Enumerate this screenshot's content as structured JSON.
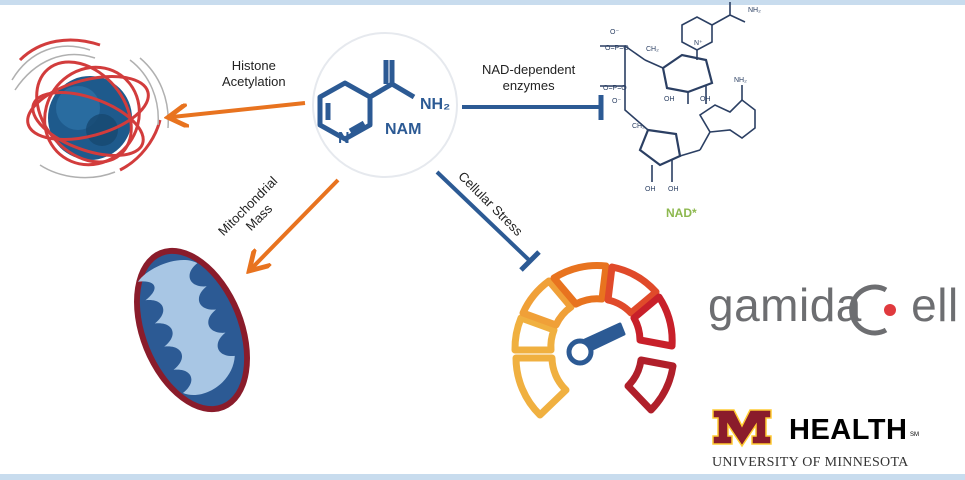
{
  "center": {
    "label": "NAM",
    "amine": "NH₂",
    "ring_atom": "N"
  },
  "arrows": {
    "histone": {
      "line1": "Histone",
      "line2": "Acetylation"
    },
    "nad_enzymes": {
      "line1": "NAD-dependent",
      "line2": "enzymes"
    },
    "mito": {
      "line1": "Mitochondrial",
      "line2": "Mass"
    },
    "stress": {
      "label": "Cellular Stress"
    }
  },
  "nad": {
    "label": "NAD*"
  },
  "logos": {
    "gamida": "gamida",
    "gamida_tail": "ell",
    "health": "HEALTH",
    "health_tm": "SM",
    "university": "UNIVERSITY OF MINNESOTA"
  },
  "colors": {
    "orange": "#e8731f",
    "navy": "#2c5a94",
    "nad_green": "#8db84f",
    "maroon": "#8a1c2b",
    "gold": "#ffcc33",
    "gamida_red": "#e03a3e"
  }
}
